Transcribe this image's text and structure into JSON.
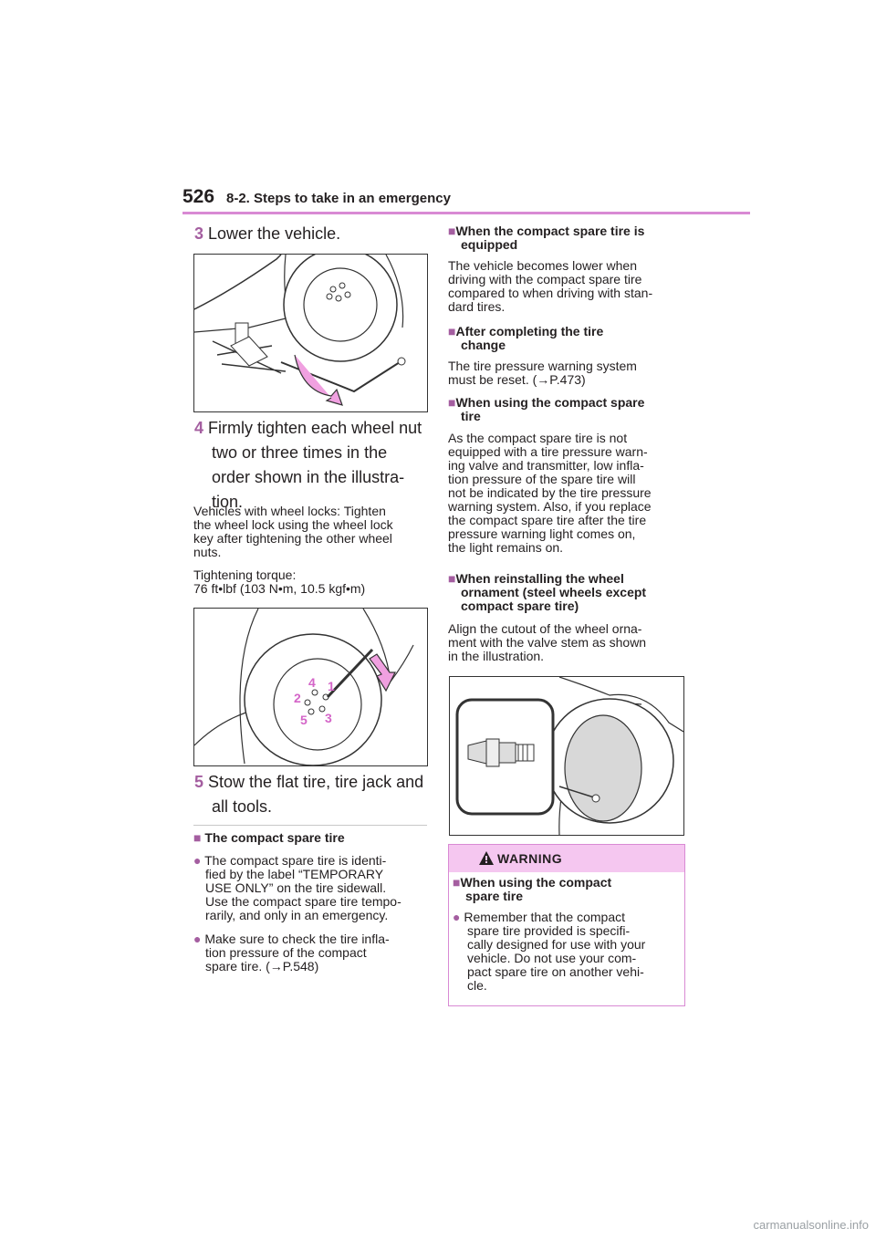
{
  "header": {
    "page_number": "526",
    "section": "8-2. Steps to take in an emergency"
  },
  "left": {
    "step3": {
      "num": "3",
      "text": "Lower the vehicle."
    },
    "step4": {
      "num": "4",
      "lines": [
        "Firmly tighten each wheel nut",
        "two or three times in the",
        "order shown in the illustra-",
        "tion."
      ]
    },
    "note_wheel_locks": [
      "Vehicles with wheel locks: Tighten",
      "the wheel lock using the wheel lock",
      "key after tightening the other wheel",
      "nuts."
    ],
    "torque": [
      "Tightening torque:",
      "76 ft•lbf (103 N•m, 10.5 kgf•m)"
    ],
    "step5": {
      "num": "5",
      "lines": [
        "Stow the flat tire, tire jack and",
        "all tools."
      ]
    },
    "compact": {
      "heading": "The compact spare tire",
      "bullet1": [
        "The compact spare tire is identi-",
        "fied by the label “TEMPORARY",
        "USE ONLY” on the tire sidewall.",
        "Use the compact spare tire tempo-",
        "rarily, and only in an emergency."
      ],
      "bullet2": [
        "Make sure to check the tire infla-",
        "tion pressure of the compact",
        "spare tire. (→P.548)"
      ]
    },
    "nut_order": [
      "1",
      "2",
      "3",
      "4",
      "5"
    ]
  },
  "right": {
    "h1": [
      "When the compact spare tire is",
      "equipped"
    ],
    "p1": [
      "The vehicle becomes lower when",
      "driving with the compact spare tire",
      "compared to when driving with stan-",
      "dard tires."
    ],
    "h2": [
      "After completing the tire",
      "change"
    ],
    "p2": [
      "The tire pressure warning system",
      "must be reset. (→P.473)"
    ],
    "h3": [
      "When using the compact spare",
      "tire"
    ],
    "p3": [
      "As the compact spare tire is not",
      "equipped with a tire pressure warn-",
      "ing valve and transmitter, low infla-",
      "tion pressure of the spare tire will",
      "not be indicated by the tire pressure",
      "warning system. Also, if you replace",
      "the compact spare tire after the tire",
      "pressure warning light comes on,",
      "the light remains on."
    ],
    "h4": [
      "When reinstalling the wheel",
      "ornament (steel wheels except",
      "compact spare tire)"
    ],
    "p4": [
      "Align the cutout of the wheel orna-",
      "ment with the valve stem as shown",
      "in the illustration."
    ]
  },
  "warning": {
    "title": "WARNING",
    "heading": [
      "When using the compact",
      "spare tire"
    ],
    "bullet": [
      "Remember that the compact",
      "spare tire provided is specifi-",
      "cally designed for use with your",
      "vehicle. Do not use your com-",
      "pact spare tire on another vehi-",
      "cle."
    ]
  },
  "watermark": "carmanualsonline.info",
  "colors": {
    "accent": "#a45ea0",
    "header_line": "#d98ad4",
    "warning_bg": "#f5c7f0",
    "arrow_fill": "#f0a0e0"
  }
}
